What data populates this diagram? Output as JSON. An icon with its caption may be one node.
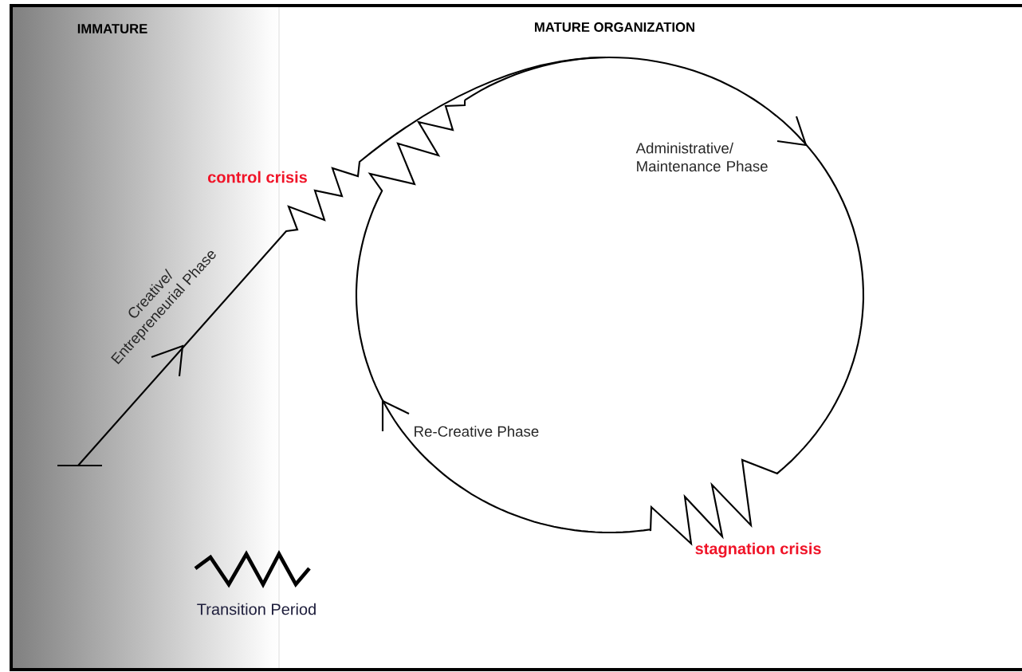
{
  "diagram": {
    "labels": [
      "IMMATURE",
      "MATURE ORGANIZATION",
      "control crisis",
      "Administrative/ Maintenance Phase",
      "Creative/ Entrepreneurial Phase",
      "Re-Creative Phase",
      "stagnation crisis"
    ],
    "legend": [
      {
        "text": "Transition Period"
      }
    ]
  }
}
